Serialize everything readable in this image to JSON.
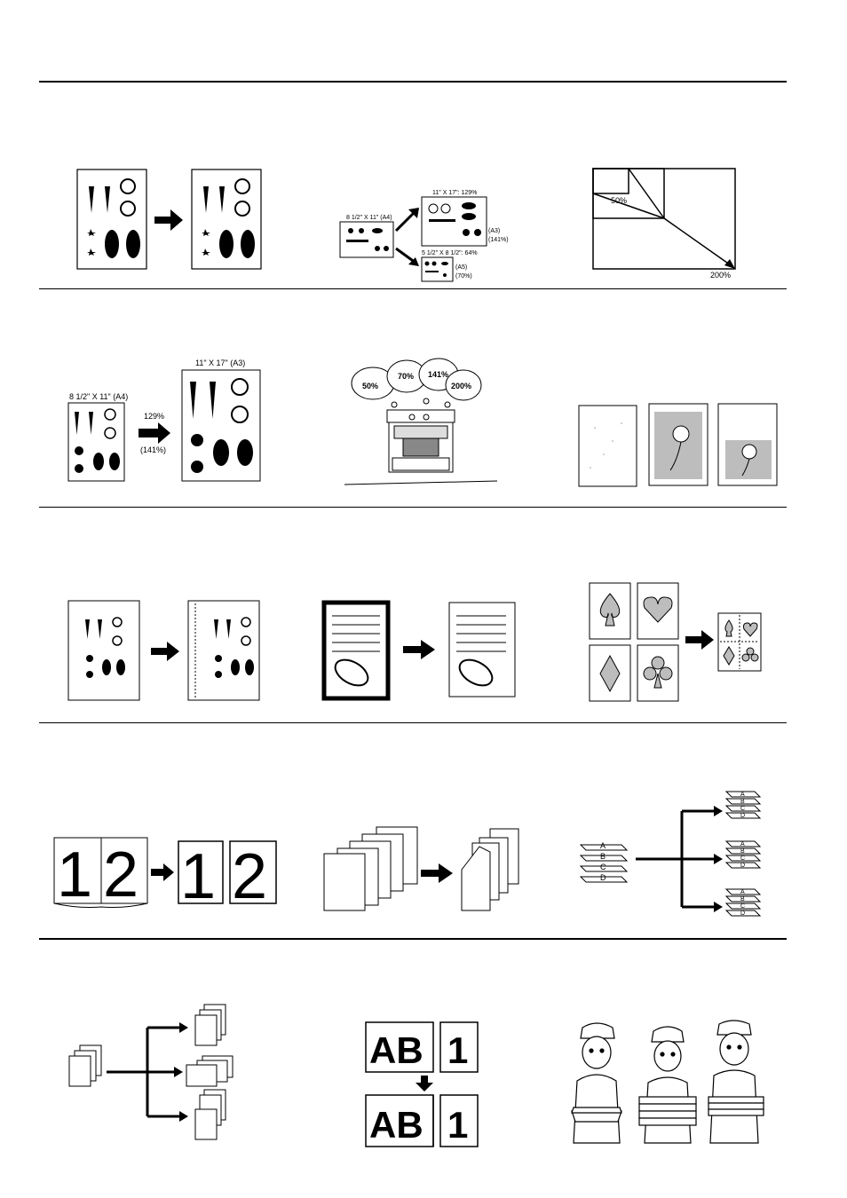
{
  "row1": {
    "enlarge": {
      "orig_size": "8 1/2\" X 11\" (A4)",
      "up_size": "11\" X 17\": 129%",
      "up_alt": "(A3)",
      "up_alt_pct": "(141%)",
      "down_size": "5 1/2\" X 8 1/2\": 64%",
      "down_alt": "(A5)",
      "down_alt_pct": "(70%)"
    },
    "zoom": {
      "min_label": "50%",
      "max_label": "200%"
    }
  },
  "row2": {
    "auto": {
      "orig_size": "8 1/2\" X 11\" (A4)",
      "target_size": "11\" X 17\" (A3)",
      "pct": "129%",
      "pct_alt": "(141%)"
    },
    "presets": [
      "50%",
      "70%",
      "141%",
      "200%"
    ]
  },
  "row4": {
    "book_digits": [
      "1",
      "2"
    ],
    "sort_sets": [
      [
        "A",
        "B",
        "C",
        "D"
      ],
      [
        "A",
        "B",
        "C",
        "D"
      ],
      [
        "A",
        "B",
        "C",
        "D"
      ],
      [
        "A",
        "B",
        "C",
        "D"
      ]
    ]
  },
  "row5": {
    "overlay_top": [
      "AB",
      "1"
    ],
    "overlay_bottom": [
      "AB",
      "1"
    ]
  },
  "colors": {
    "ink": "#000000",
    "tint": "#bdbdbd"
  }
}
